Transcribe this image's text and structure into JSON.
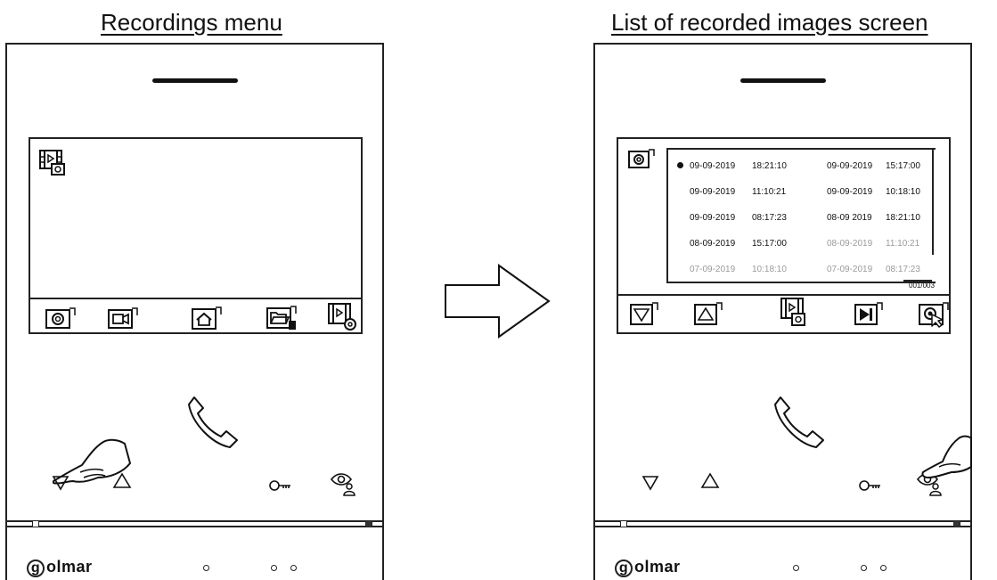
{
  "left_panel": {
    "title": "Recordings menu",
    "brand": "olmar",
    "brand_initial": "g",
    "screen_icons": [
      "photo-capture-icon",
      "video-capture-icon",
      "home-icon",
      "folder-sd-icon",
      "recordings-settings-icon"
    ],
    "top_icon": "recordings-playback-icon",
    "buttons": [
      "down-arrow-icon",
      "up-arrow-icon",
      "phone-handset-icon",
      "door-key-icon",
      "view-person-icon"
    ],
    "gesture": "pressing-hand"
  },
  "right_panel": {
    "title": "List of recorded images screen",
    "brand": "olmar",
    "brand_initial": "g",
    "top_icon": "camera-image-icon",
    "rows": [
      {
        "d1": "09-09-2019",
        "t1": "18:21:10",
        "d2": "09-09-2019",
        "t2": "15:17:00",
        "selected": true
      },
      {
        "d1": "09-09-2019",
        "t1": "11:10:21",
        "d2": "09-09-2019",
        "t2": "10:18:10"
      },
      {
        "d1": "09-09-2019",
        "t1": "08:17:23",
        "d2": "08-09 2019",
        "t2": "18:21:10"
      },
      {
        "d1": "08-09-2019",
        "t1": "15:17:00",
        "d2": "08-09-2019",
        "t2": "11:10:21"
      },
      {
        "d1": "07-09-2019",
        "t1": "10:18:10",
        "d2": "07-09-2019",
        "t2": "08:17:23"
      }
    ],
    "pager": "001/003",
    "screen_icons": [
      "down-arrow-icon",
      "up-arrow-icon",
      "recordings-playback-icon",
      "play-next-icon",
      "select-pointer-icon"
    ],
    "buttons": [
      "down-arrow-icon",
      "up-arrow-icon",
      "phone-handset-icon",
      "door-key-icon",
      "view-person-icon"
    ],
    "gesture": "pressing-hand"
  },
  "arrow": "right-arrow"
}
